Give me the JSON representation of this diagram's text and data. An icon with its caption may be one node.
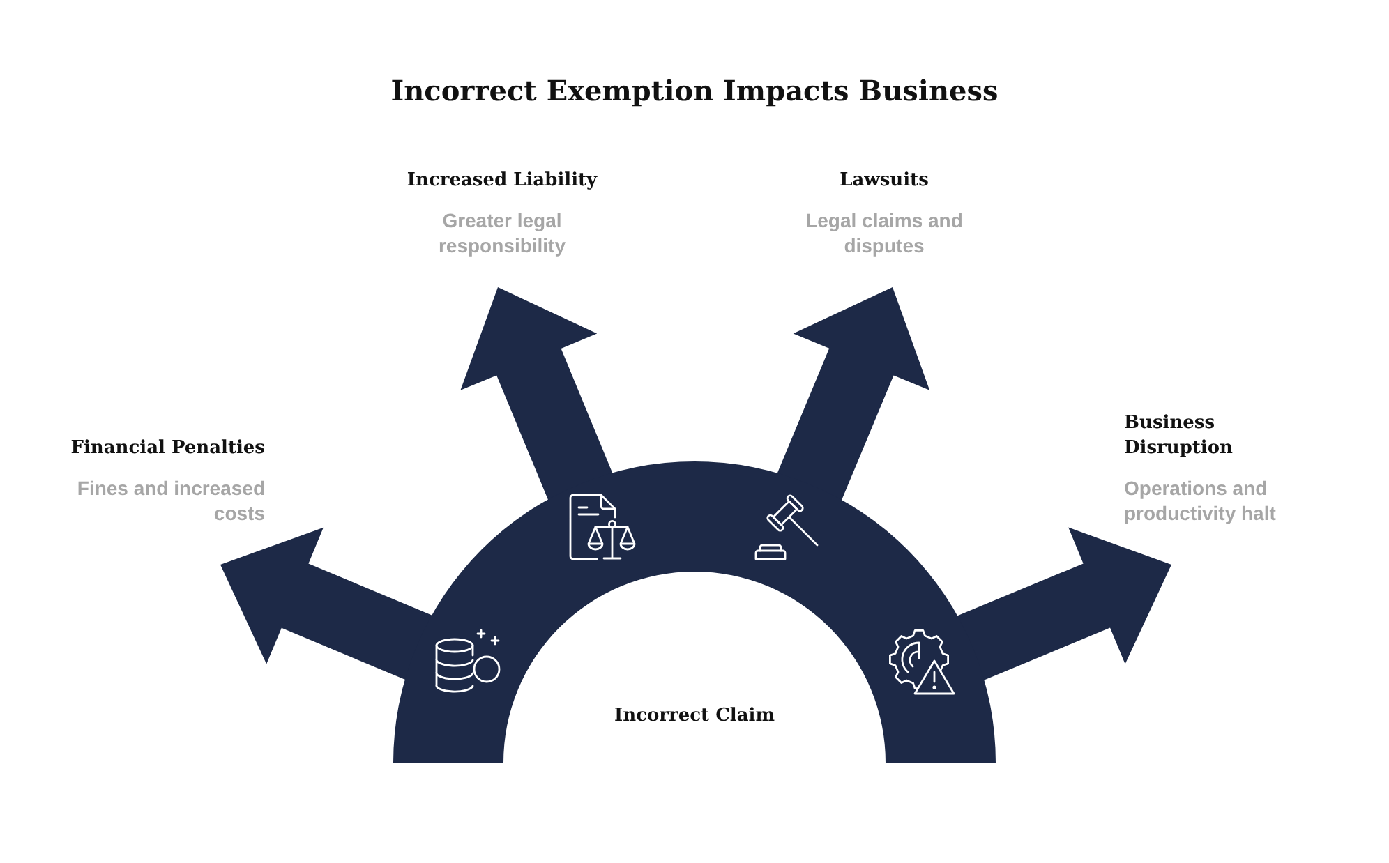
{
  "diagram": {
    "title": "Incorrect Exemption Impacts Business",
    "nodes": [
      {
        "text": [
          "Incorrect Claim"
        ]
      },
      {
        "text": [
          "Financial Penalties",
          "Fines and increased costs"
        ]
      },
      {
        "text": [
          "Increased Liability",
          "Greater legal responsibility"
        ]
      },
      {
        "text": [
          "Lawsuits",
          "Legal claims and disputes"
        ]
      },
      {
        "text": [
          "Business Disruption",
          "Operations and productivity halt"
        ]
      }
    ],
    "edges": [
      {
        "from": 0,
        "to": 1,
        "arrow": "to"
      },
      {
        "from": 0,
        "to": 2,
        "arrow": "to"
      },
      {
        "from": 0,
        "to": 3,
        "arrow": "to"
      },
      {
        "from": 0,
        "to": 4,
        "arrow": "to"
      }
    ]
  }
}
